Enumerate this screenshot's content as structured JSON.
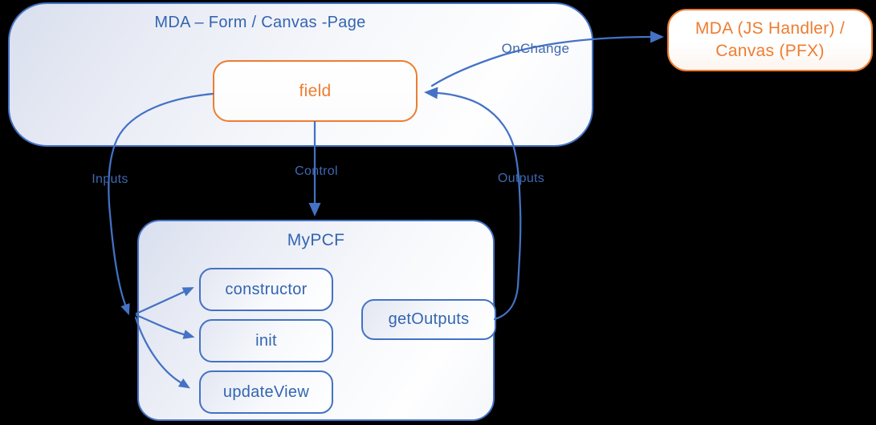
{
  "diagram": {
    "background": "#000000",
    "colors": {
      "blue_stroke": "#4472C4",
      "blue_text": "#3465B0",
      "orange": "#ED7D31"
    },
    "mda_page": {
      "title": "MDA – Form / Canvas -Page"
    },
    "field": {
      "label": "field"
    },
    "handler": {
      "line1": "MDA (JS Handler) /",
      "line2": "Canvas (PFX)"
    },
    "mypcf": {
      "title": "MyPCF",
      "methods": [
        {
          "label": "constructor"
        },
        {
          "label": "init"
        },
        {
          "label": "updateView"
        }
      ],
      "getoutputs": {
        "label": "getOutputs"
      }
    },
    "edges": {
      "onchange": "OnChange",
      "inputs": "Inputs",
      "control": "Control",
      "outputs": "Outputs"
    }
  }
}
